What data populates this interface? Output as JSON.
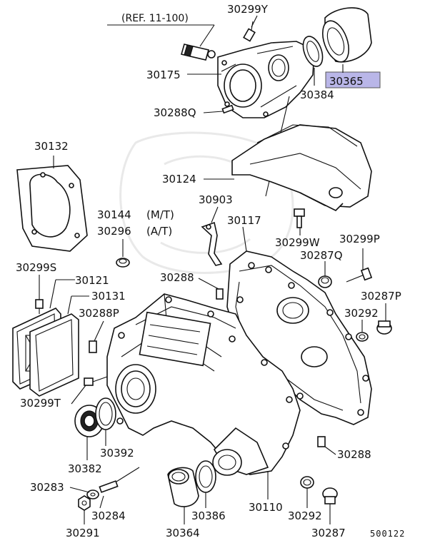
{
  "reference": "(REF. 11-100)",
  "diagram_code": "500122",
  "highlight_color": "#b9b6e8",
  "labels": {
    "p30299Y": "30299Y",
    "p30175": "30175",
    "p30365": "30365",
    "p30384": "30384",
    "p30288Q": "30288Q",
    "p30132": "30132",
    "p30124": "30124",
    "p30903": "30903",
    "p30144": "30144",
    "p30144_note": "(M/T)",
    "p30296": "30296",
    "p30296_note": "(A/T)",
    "p30117": "30117",
    "p30299W": "30299W",
    "p30299P": "30299P",
    "p30287Q": "30287Q",
    "p30299S": "30299S",
    "p30121": "30121",
    "p30131": "30131",
    "p30288_top": "30288",
    "p30287P": "30287P",
    "p30288P": "30288P",
    "p30292_top": "30292",
    "p30299T": "30299T",
    "p30392": "30392",
    "p30382": "30382",
    "p30288_bottom": "30288",
    "p30283": "30283",
    "p30284": "30284",
    "p30291": "30291",
    "p30364": "30364",
    "p30386": "30386",
    "p30110": "30110",
    "p30292_bottom": "30292",
    "p30287": "30287"
  }
}
